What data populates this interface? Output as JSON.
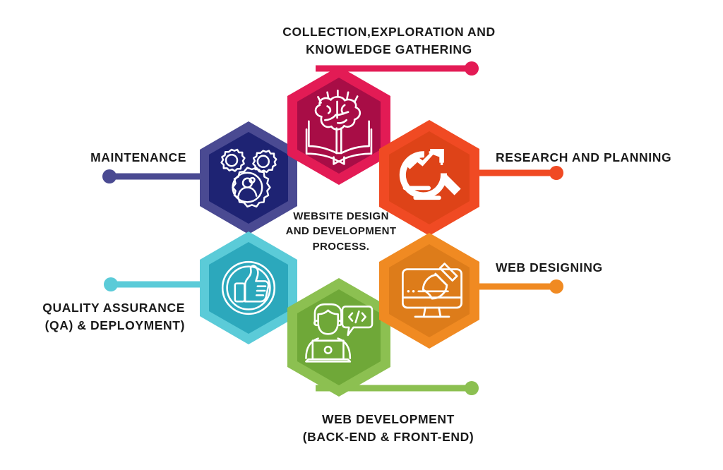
{
  "diagram": {
    "title": "Website Design and Development Process",
    "center_caption_lines": [
      "WEBSITE DESIGN",
      "AND DEVELOPMENT",
      "PROCESS."
    ],
    "background_color": "#FFFFFF",
    "text_color": "#1A1A1A"
  },
  "nodes": [
    {
      "id": "collection",
      "label_lines": [
        "COLLECTION,EXPLORATION AND",
        "KNOWLEDGE GATHERING"
      ],
      "label_side": "top",
      "icon": "brain-book-icon",
      "border_color": "#E31B55",
      "fill_color": "#A80D46",
      "connector_color": "#E31B55",
      "icon_color": "#FFFFFF"
    },
    {
      "id": "research",
      "label_lines": [
        "RESEARCH AND PLANNING"
      ],
      "label_side": "right",
      "icon": "magnifier-growth-chart-icon",
      "border_color": "#F04A23",
      "fill_color": "#DE4318",
      "connector_color": "#F04A23",
      "icon_color": "#FFFFFF"
    },
    {
      "id": "web-designing",
      "label_lines": [
        "WEB DESIGNING"
      ],
      "label_side": "right",
      "icon": "monitor-paintbrush-icon",
      "border_color": "#F08A22",
      "fill_color": "#DD7C1A",
      "connector_color": "#F08A22",
      "icon_color": "#FFFFFF"
    },
    {
      "id": "web-development",
      "label_lines": [
        "WEB DEVELOPMENT",
        "(BACK-END & FRONT-END)"
      ],
      "label_side": "bottom",
      "icon": "developer-code-icon",
      "border_color": "#8CC051",
      "fill_color": "#6FA838",
      "connector_color": "#8CC051",
      "icon_color": "#FFFFFF"
    },
    {
      "id": "quality-assurance",
      "label_lines": [
        "QUALITY ASSURANCE",
        "(QA) & DEPLOYMENT)"
      ],
      "label_side": "left",
      "icon": "thumbs-up-badge-icon",
      "border_color": "#5BCBD8",
      "fill_color": "#2CA8BC",
      "connector_color": "#5BCBD8",
      "icon_color": "#FFFFFF"
    },
    {
      "id": "maintenance",
      "label_lines": [
        "MAINTENANCE"
      ],
      "label_side": "left",
      "icon": "gears-user-icon",
      "border_color": "#4A4A92",
      "fill_color": "#1E2373",
      "connector_color": "#4A4A92",
      "icon_color": "#FFFFFF"
    }
  ]
}
